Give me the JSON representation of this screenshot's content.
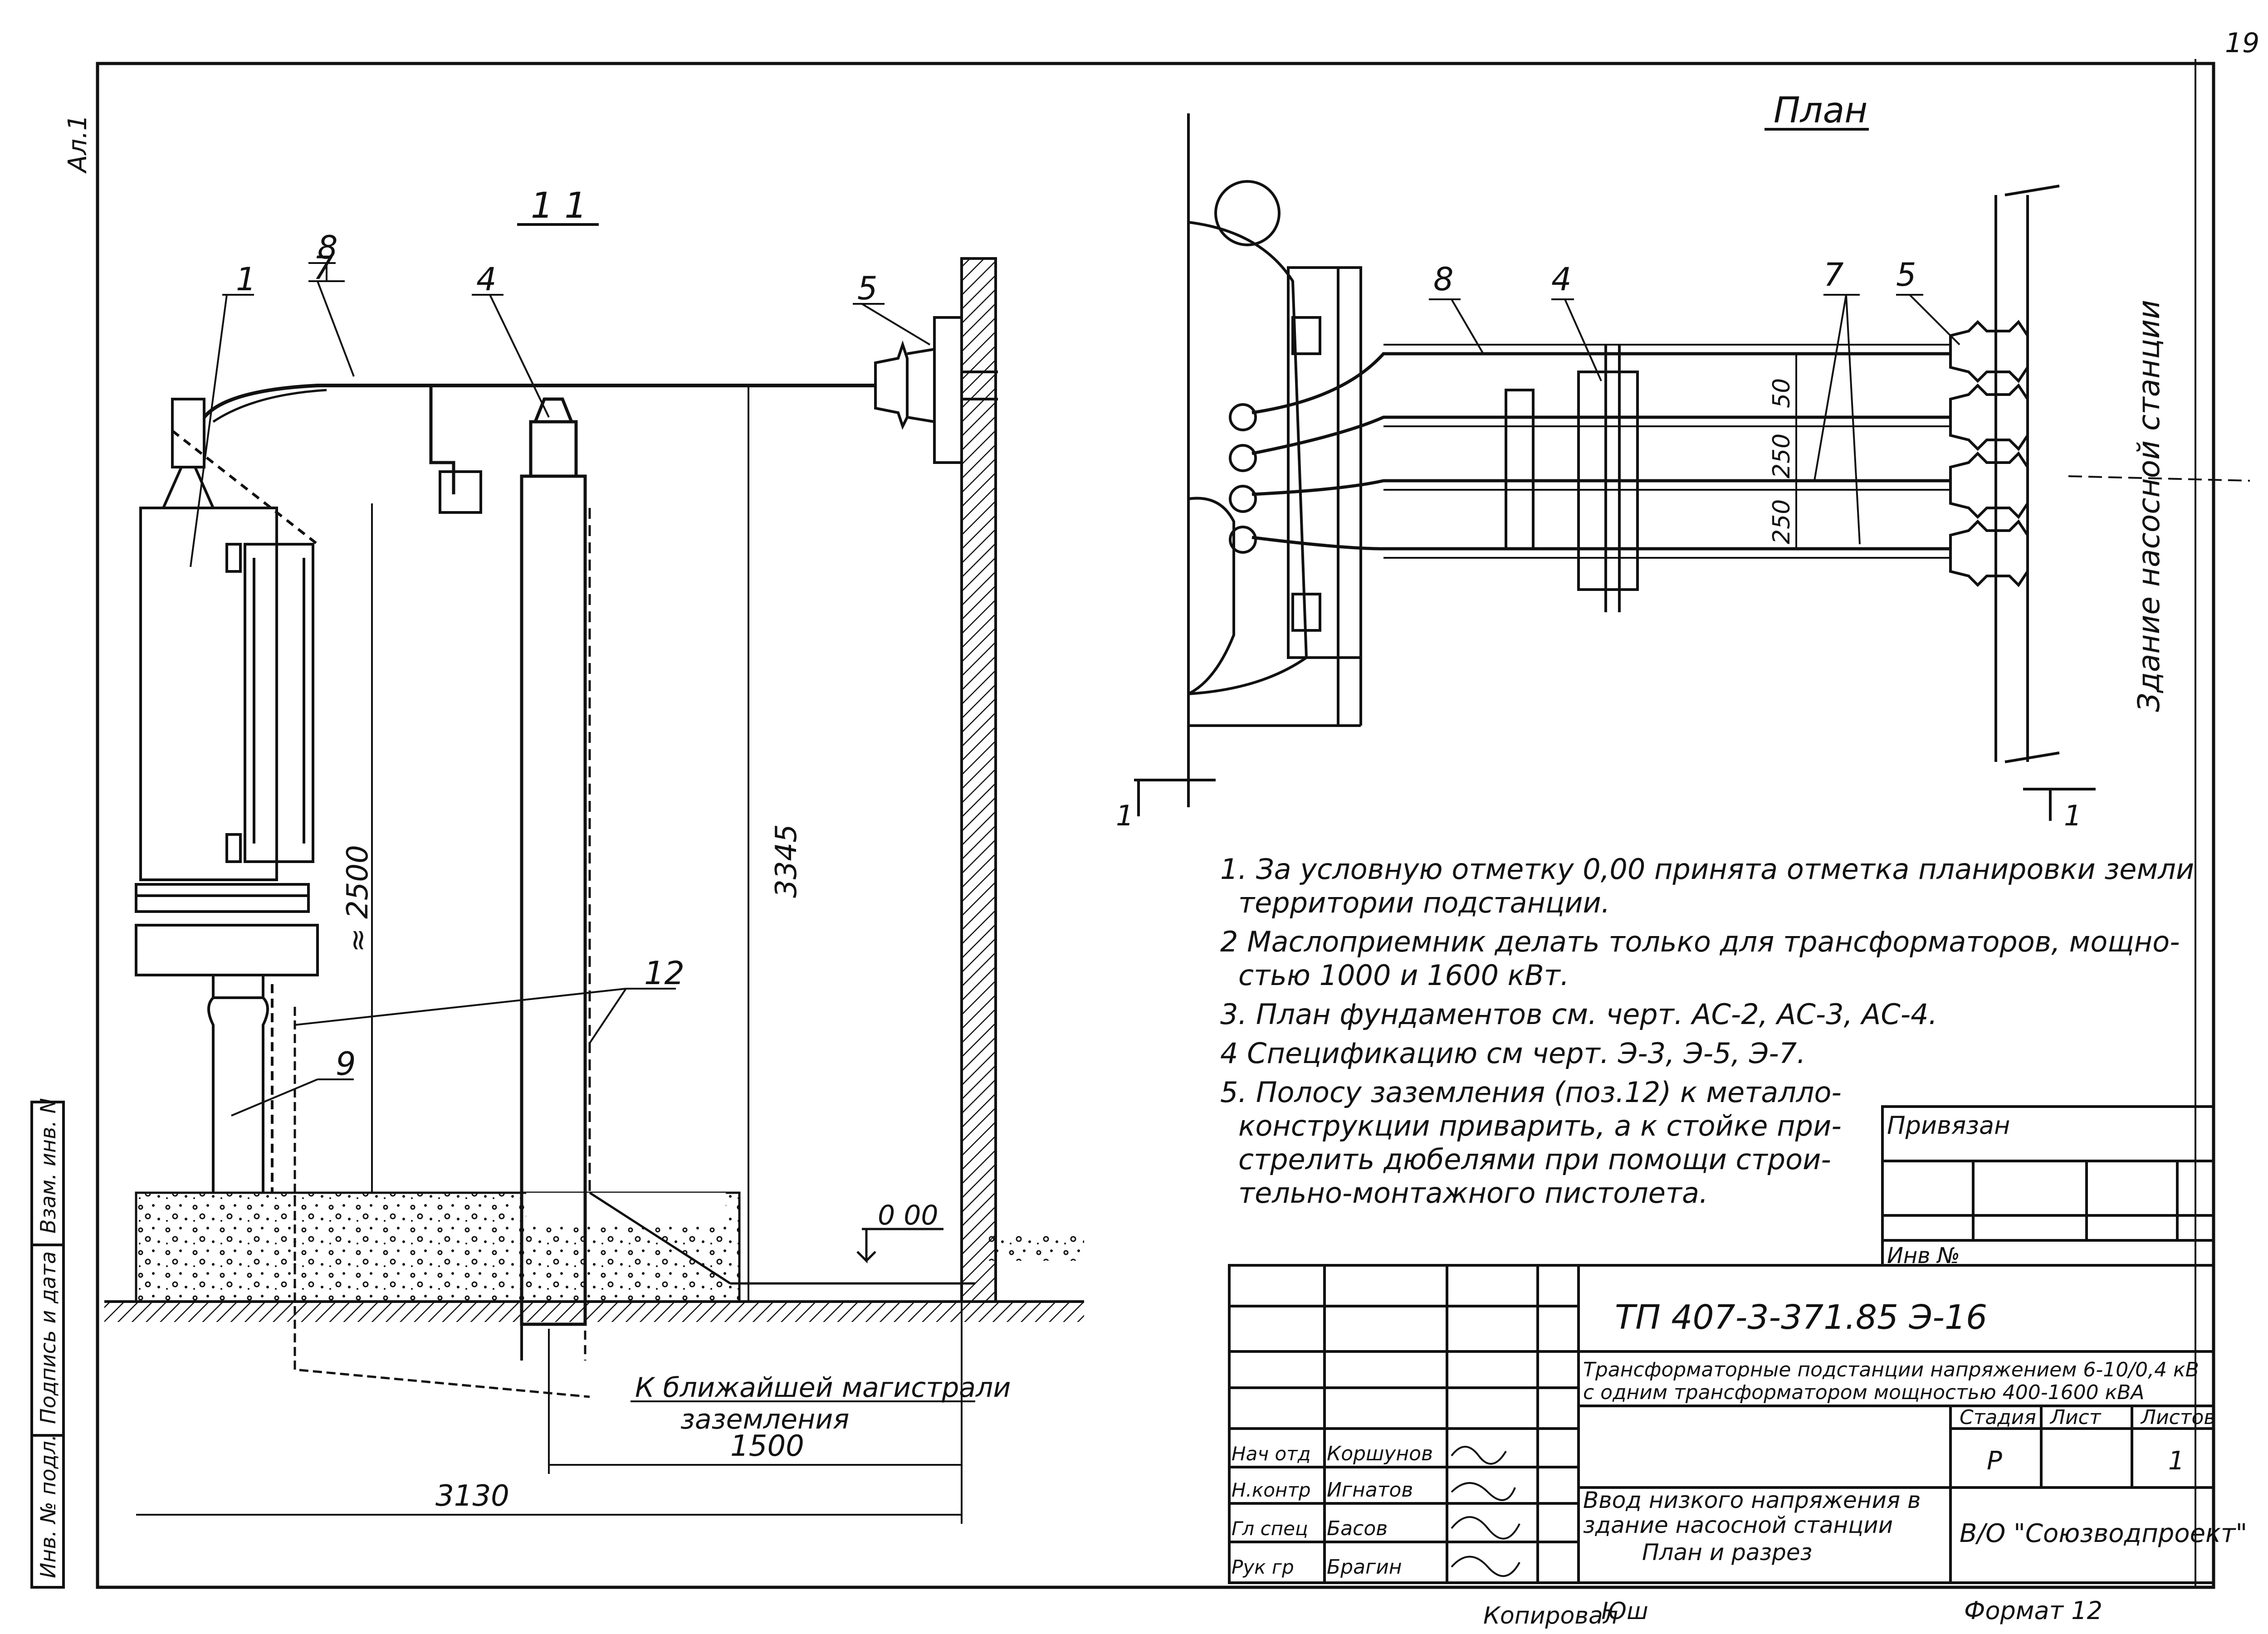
{
  "sheet_number": "19",
  "sheet_corner_label": "Ал.1",
  "section_title": "1 1",
  "plan_title": "План",
  "building_label": "Здание насосной станции",
  "section_marker": "1",
  "callouts": {
    "c1": "1",
    "c4": "4",
    "c5": "5",
    "c7": "7",
    "c8": "8",
    "c9": "9",
    "c12": "12",
    "plan_c4": "4",
    "plan_c5": "5",
    "plan_c7": "7",
    "plan_c8": "8"
  },
  "dimensions": {
    "height_3345": "3345",
    "approx_2500": "≈ 2500",
    "d1500": "1500",
    "d3130": "3130",
    "p50": "50",
    "p250a": "250",
    "p250b": "250",
    "level_000": "0 00"
  },
  "ground_note": [
    "К ближайшей магистрали",
    "заземления"
  ],
  "notes": [
    "1. За условную отметку 0,00 принята отметка планировки земли",
    "территории подстанции.",
    "2 Маслоприемник делать только для трансформаторов, мощно-",
    "стью 1000 и 1600 кВт.",
    "3. План фундаментов см. черт. АС-2, АС-3, АС-4.",
    "4 Спецификацию см черт. Э-3, Э-5, Э-7.",
    "5. Полосу заземления (поз.12) к металло-",
    "конструкции приварить, а к стойке при-",
    "стрелить дюбелями при помощи строи-",
    "тельно-монтажного пистолета."
  ],
  "binding_box": {
    "title": "Привязан",
    "inv": "Инв №"
  },
  "left_stamp": [
    "Взам. инв. N",
    "Подпись и дата",
    "Инв. № подл."
  ],
  "title_block": {
    "code": "ТП 407-3-371.85   Э-16",
    "project": [
      "Трансформаторные подстанции напряжением 6-10/0,4 кВ",
      "с одним трансформатором мощностью 400-1600 кВА"
    ],
    "sheet_name": [
      "Ввод низкого напряжения в",
      "здание насосной станции",
      "План и разрез"
    ],
    "stage_header": "Стадия",
    "sheet_header": "Лист",
    "sheets_header": "Листов",
    "stage": "Р",
    "sheets": "1",
    "org": "В/О \"Союзводпроект\"",
    "roles": [
      "Нач отд",
      "Н.контр",
      "Гл спец",
      "Рук гр"
    ],
    "names": [
      "Коршунов",
      "Игнатов",
      "Басов",
      "Брагин"
    ]
  },
  "footer": {
    "copied": "Копировал",
    "copied_sig": "Юш",
    "format": "Формат 12"
  }
}
